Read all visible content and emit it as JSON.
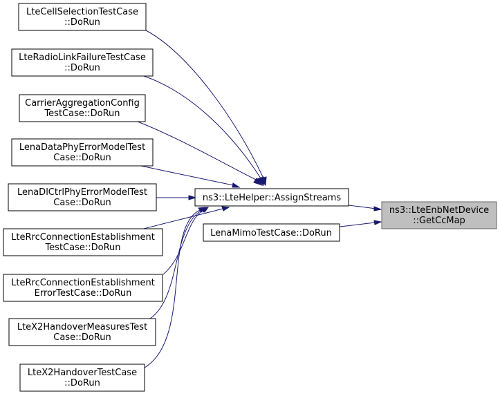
{
  "nodes": [
    {
      "id": "n1",
      "lines": [
        "LteCellSelectionTestCase",
        "::DoRun"
      ]
    },
    {
      "id": "n2",
      "lines": [
        "LteRadioLinkFailureTestCase",
        "::DoRun"
      ]
    },
    {
      "id": "n3",
      "lines": [
        "CarrierAggregationConfig",
        "TestCase::DoRun"
      ]
    },
    {
      "id": "n4",
      "lines": [
        "LenaDataPhyErrorModelTest",
        "Case::DoRun"
      ]
    },
    {
      "id": "n5",
      "lines": [
        "LenaDlCtrlPhyErrorModelTest",
        "Case::DoRun"
      ]
    },
    {
      "id": "n6",
      "lines": [
        "LteRrcConnectionEstablishment",
        "TestCase::DoRun"
      ]
    },
    {
      "id": "n7",
      "lines": [
        "LteRrcConnectionEstablishment",
        "ErrorTestCase::DoRun"
      ]
    },
    {
      "id": "n8",
      "lines": [
        "LteX2HandoverMeasuresTest",
        "Case::DoRun"
      ]
    },
    {
      "id": "n9",
      "lines": [
        "LteX2HandoverTestCase",
        "::DoRun"
      ]
    },
    {
      "id": "helper",
      "lines": [
        "ns3::LteHelper::AssignStreams"
      ]
    },
    {
      "id": "mimo",
      "lines": [
        "LenaMimoTestCase::DoRun"
      ]
    },
    {
      "id": "target",
      "lines": [
        "ns3::LteEnbNetDevice",
        "::GetCcMap"
      ]
    }
  ],
  "edges": [
    {
      "from": "n1",
      "to": "helper"
    },
    {
      "from": "n2",
      "to": "helper"
    },
    {
      "from": "n3",
      "to": "helper"
    },
    {
      "from": "n4",
      "to": "helper"
    },
    {
      "from": "n5",
      "to": "helper"
    },
    {
      "from": "n6",
      "to": "helper"
    },
    {
      "from": "n7",
      "to": "helper"
    },
    {
      "from": "n8",
      "to": "helper"
    },
    {
      "from": "n9",
      "to": "helper"
    },
    {
      "from": "helper",
      "to": "target"
    },
    {
      "from": "mimo",
      "to": "target"
    }
  ]
}
